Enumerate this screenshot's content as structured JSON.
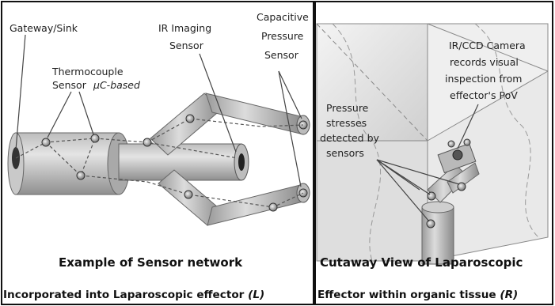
{
  "left_panel": {
    "labels": {
      "gateway": "Gateway/Sink",
      "thermo_1": "Thermocouple",
      "thermo_2": "Sensor",
      "thermo_3": "μC-based",
      "ir_1": "IR Imaging",
      "ir_2": "Sensor",
      "cap_1": "Capacitive",
      "cap_2": "Pressure",
      "cap_3": "Sensor"
    },
    "caption_1": "Example of Sensor network",
    "caption_2a": "Incorporated into Laparoscopic effector ",
    "caption_2b": "(L)"
  },
  "right_panel": {
    "labels": {
      "camera_1": "IR/CCD Camera",
      "camera_2": "records visual",
      "camera_3": "inspection from",
      "camera_4": "effector's PoV",
      "pressure_1": "Pressure",
      "pressure_2": "stresses",
      "pressure_3": "detected by",
      "pressure_4": "sensors"
    },
    "caption_1": "Cutaway  View of Laparoscopic",
    "caption_2a": "Effector within organic tissue ",
    "caption_2b": "(R)"
  },
  "colors": {
    "metal_light": "#d9d9d9",
    "metal_mid": "#b5b5b5",
    "metal_dark": "#8c8c8c",
    "tissue": "#e6e6e6",
    "text": "#111111"
  }
}
